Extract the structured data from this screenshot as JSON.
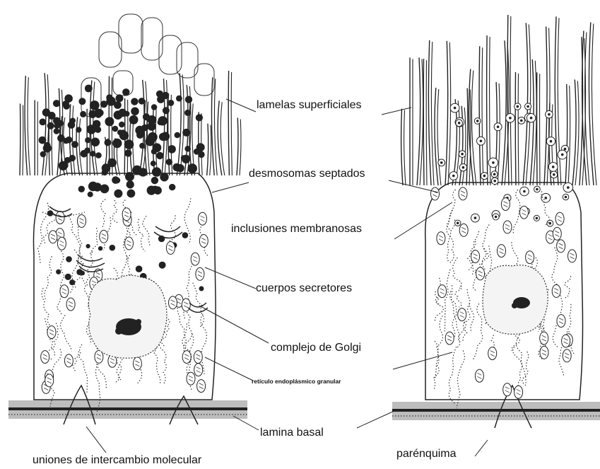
{
  "labels": {
    "lamelas": "lamelas superficiales",
    "desmosomas": "desmosomas septados",
    "inclusiones": "inclusiones membranosas",
    "cuerpos": "cuerpos secretores",
    "golgi": "complejo de Golgi",
    "reticulo": "retículo endoplásmico granular",
    "lamina": "lamina basal",
    "uniones": "uniones de intercambio molecular",
    "parenquima": "parénquima"
  }
}
